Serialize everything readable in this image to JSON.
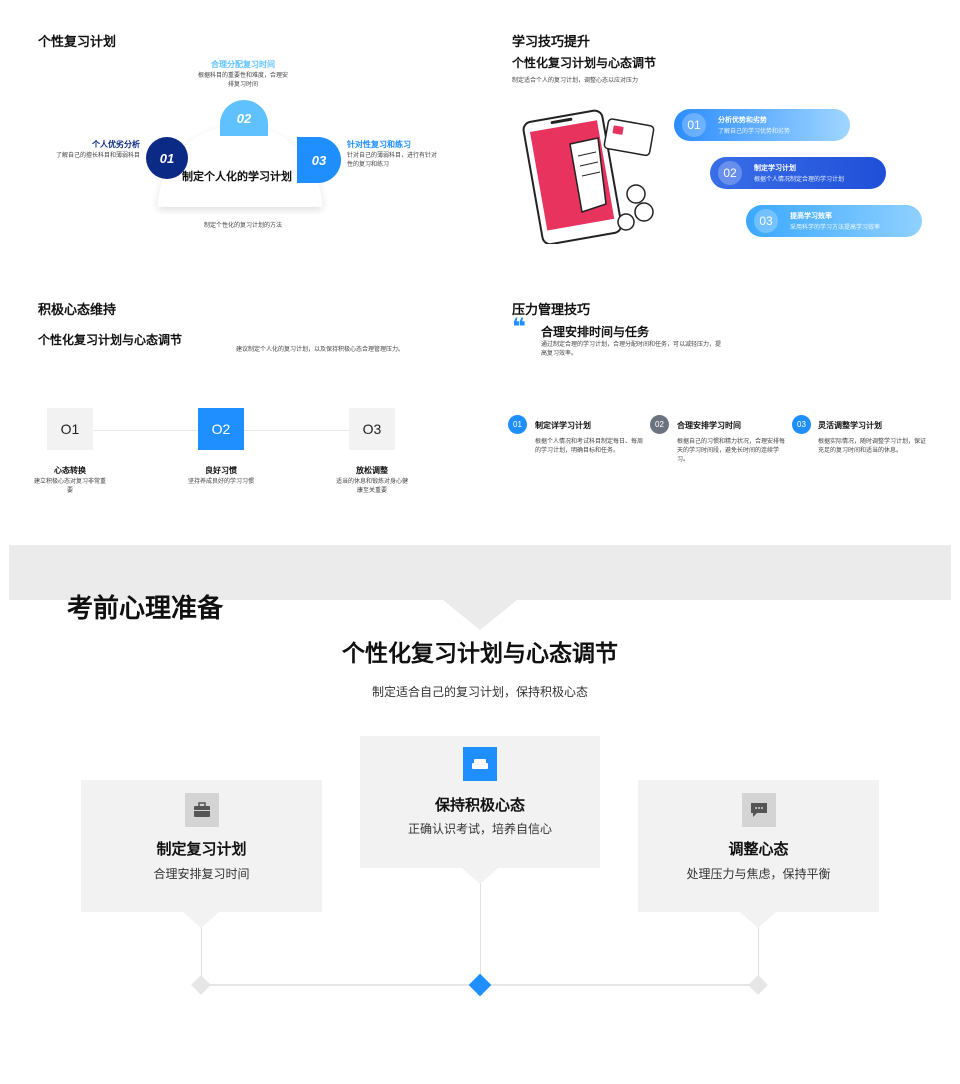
{
  "slide1": {
    "title": "个性复习计划",
    "center_label": "制定个人化的学习计划",
    "bottom_caption": "制定个性化的复习计划的方法",
    "items": [
      {
        "num": "01",
        "title": "个人优劣分析",
        "desc": "了解自己的擅长科目和薄弱科目",
        "color": "#0b2a86"
      },
      {
        "num": "02",
        "title": "合理分配复习时间",
        "desc": "根据科目的重要性和难度，合理安排复习时间",
        "color": "#5fc2ff"
      },
      {
        "num": "03",
        "title": "针对性复习和练习",
        "desc": "针对自己的薄弱科目，进行有针对性的复习和练习",
        "color": "#1f8fff"
      }
    ]
  },
  "slide2": {
    "title": "学习技巧提升",
    "subtitle": "个性化复习计划与心态调节",
    "desc": "制定适合个人的复习计划，调整心态以应对压力",
    "items": [
      {
        "num": "01",
        "title": "分析优势和劣势",
        "desc": "了解自己的学习优势和劣势",
        "color": "#2c8cff"
      },
      {
        "num": "02",
        "title": "制定学习计划",
        "desc": "根据个人情况制定合理的学习计划",
        "color": "#1f5fe0"
      },
      {
        "num": "03",
        "title": "提高学习效率",
        "desc": "采用科学的学习方法提高学习效率",
        "color": "#3aa8ff"
      }
    ]
  },
  "slide3": {
    "title": "积极心态维持",
    "subtitle": "个性化复习计划与心态调节",
    "desc": "建议制定个人化的复习计划，以及保持积极心态合理管理压力。",
    "items": [
      {
        "num": "O1",
        "title": "心态转换",
        "desc": "建立积极心态对复习非常重要"
      },
      {
        "num": "O2",
        "title": "良好习惯",
        "desc": "坚持养成良好的学习习惯"
      },
      {
        "num": "O3",
        "title": "放松调整",
        "desc": "适当的休息和锻炼对身心健康至关重要"
      }
    ]
  },
  "slide4": {
    "title": "压力管理技巧",
    "quote_mark": "❝",
    "subtitle": "合理安排时间与任务",
    "desc": "通过制定合理的学习计划，合理分配时间和任务，可以减轻压力，提高复习效率。",
    "items": [
      {
        "num": "01",
        "title": "制定详学习计划",
        "desc": "根据个人情况和考试科目制定每日、每周的学习计划，明确目标和任务。",
        "color": "#1f8fff"
      },
      {
        "num": "02",
        "title": "合理安排学习时间",
        "desc": "根据自己的习惯和精力状况，合理安排每天的学习时间段，避免长时间的连续学习。",
        "color": "#6b7280"
      },
      {
        "num": "03",
        "title": "灵活调整学习计划",
        "desc": "根据实际情况，随时调整学习计划，保证充足的复习时间和适当的休息。",
        "color": "#1f8fff"
      }
    ]
  },
  "slide5": {
    "title": "考前心理准备",
    "subtitle": "个性化复习计划与心态调节",
    "desc": "制定适合自己的复习计划，保持积极心态",
    "cards": [
      {
        "title": "制定复习计划",
        "desc": "合理安排复习时间",
        "icon": "briefcase-icon"
      },
      {
        "title": "保持积极心态",
        "desc": "正确认识考试，培养自信心",
        "icon": "sofa-icon"
      },
      {
        "title": "调整心态",
        "desc": "处理压力与焦虑，保持平衡",
        "icon": "chat-icon"
      }
    ]
  }
}
